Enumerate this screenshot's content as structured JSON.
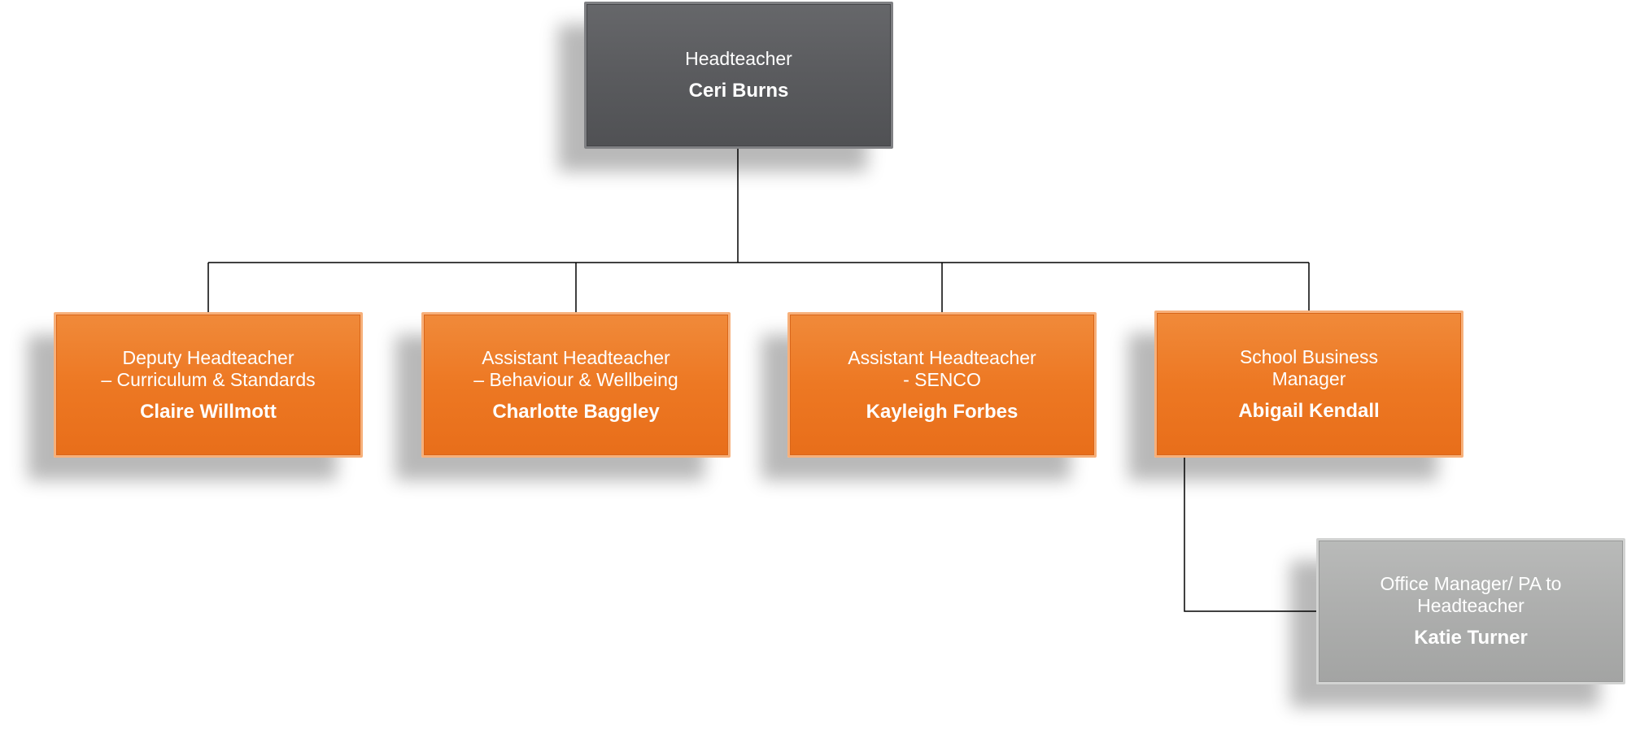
{
  "diagram": {
    "colors": {
      "top": "#5a5b5e",
      "senior": "#ed7823",
      "support": "#adaead",
      "text": "#ffffff",
      "connector": "#000000"
    },
    "nodes": {
      "headteacher": {
        "role": "Headteacher",
        "name": "Ceri Burns"
      },
      "deputy": {
        "role": "Deputy Headteacher\n– Curriculum & Standards",
        "name": "Claire Willmott"
      },
      "assistant_behaviour": {
        "role": "Assistant Headteacher\n– Behaviour & Wellbeing",
        "name": "Charlotte Baggley"
      },
      "assistant_senco": {
        "role": "Assistant Headteacher\n- SENCO",
        "name": "Kayleigh Forbes"
      },
      "business_manager": {
        "role": "School Business\nManager",
        "name": "Abigail Kendall"
      },
      "office_manager": {
        "role": "Office Manager/ PA to\nHeadteacher",
        "name": "Katie Turner"
      }
    },
    "edges": [
      {
        "from": "headteacher",
        "to": "deputy"
      },
      {
        "from": "headteacher",
        "to": "assistant_behaviour"
      },
      {
        "from": "headteacher",
        "to": "assistant_senco"
      },
      {
        "from": "headteacher",
        "to": "business_manager"
      },
      {
        "from": "business_manager",
        "to": "office_manager"
      }
    ]
  }
}
